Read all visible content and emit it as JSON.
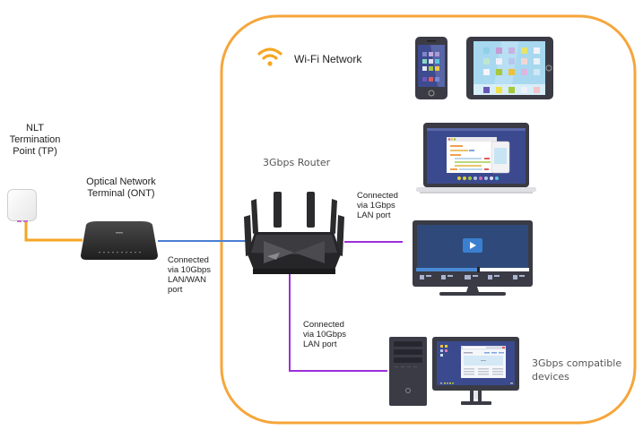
{
  "diagram": {
    "title": "Wi-Fi Network",
    "nodes": {
      "tp": {
        "label_lines": [
          "NLT",
          "Termination",
          "Point (TP)"
        ]
      },
      "ont": {
        "label_lines": [
          "Optical Network",
          "Terminal (ONT)"
        ]
      },
      "router": {
        "label": "3Gbps Router"
      },
      "devices_group": {
        "label_lines": [
          "3Gbps compatible",
          "devices"
        ]
      }
    },
    "connections": {
      "ont_router": {
        "label_lines": [
          "Connected",
          "via 10Gbps",
          "LAN/WAN",
          "port"
        ],
        "color": "#4a7fd4"
      },
      "router_tv": {
        "label_lines": [
          "Connected",
          "via 1Gbps",
          "LAN port"
        ],
        "color": "#9b30d9"
      },
      "router_desktop": {
        "label_lines": [
          "Connected",
          "via 10Gbps",
          "LAN port"
        ],
        "color": "#9b30d9"
      },
      "tp_ont": {
        "color": "#f5a623"
      }
    },
    "frame_color": "#f5a63a",
    "devices": [
      "smartphone",
      "tablet",
      "laptop",
      "smart-tv",
      "desktop-pc"
    ]
  }
}
